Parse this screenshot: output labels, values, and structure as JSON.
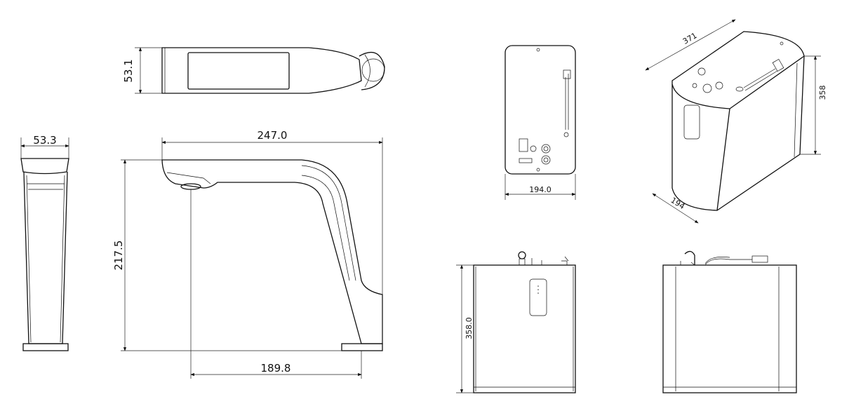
{
  "faucet": {
    "top_view_width": "53.1",
    "front_view_width": "53.3",
    "overall_length": "247.0",
    "overall_height": "217.5",
    "spout_reach": "189.8"
  },
  "tank": {
    "rear_width": "194.0",
    "front_height": "358.0",
    "iso_length": "371",
    "iso_height": "358",
    "iso_width": "194"
  }
}
